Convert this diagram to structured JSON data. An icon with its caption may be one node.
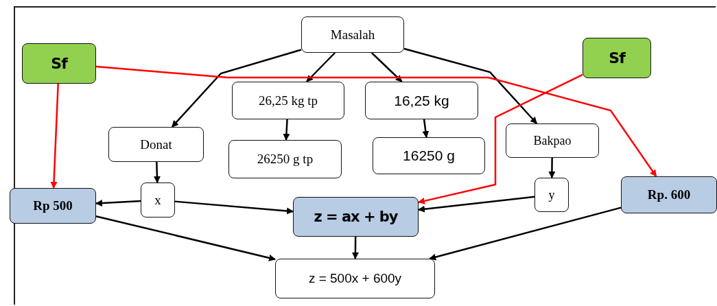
{
  "diagram": {
    "nodes": [
      {
        "text": [
          "Masalah"
        ]
      },
      {
        "text": [
          "Sf"
        ]
      },
      {
        "text": [
          "Sf"
        ]
      },
      {
        "text": [
          "26,25 kg tp"
        ]
      },
      {
        "text": [
          "16,25 kg"
        ]
      },
      {
        "text": [
          "Donat"
        ]
      },
      {
        "text": [
          "Bakpao"
        ]
      },
      {
        "text": [
          "26250 g tp"
        ]
      },
      {
        "text": [
          "16250 g"
        ]
      },
      {
        "text": [
          "Rp 500"
        ]
      },
      {
        "text": [
          "x"
        ]
      },
      {
        "text": [
          "y"
        ]
      },
      {
        "text": [
          "Rp. 600"
        ]
      },
      {
        "text": [
          "z = ax + by"
        ]
      },
      {
        "text": [
          "z = 500x + 600y"
        ]
      }
    ],
    "edges": [
      {
        "from": 0,
        "to": 5,
        "arrow": "to"
      },
      {
        "from": 0,
        "to": 3,
        "arrow": "to"
      },
      {
        "from": 0,
        "to": 4,
        "arrow": "to"
      },
      {
        "from": 0,
        "to": 6,
        "arrow": "to"
      },
      {
        "from": 3,
        "to": 7,
        "arrow": "to"
      },
      {
        "from": 4,
        "to": 8,
        "arrow": "to"
      },
      {
        "from": 5,
        "to": 10,
        "arrow": "to"
      },
      {
        "from": 6,
        "to": 11,
        "arrow": "to"
      },
      {
        "from": 1,
        "to": 9,
        "arrow": "to",
        "color": "#ff0000"
      },
      {
        "from": 1,
        "to": 12,
        "arrow": "to",
        "color": "#ff0000"
      },
      {
        "from": 2,
        "to": 13,
        "arrow": "to",
        "color": "#ff0000"
      },
      {
        "from": 10,
        "to": 9,
        "arrow": "to"
      },
      {
        "from": 10,
        "to": 13,
        "arrow": "to"
      },
      {
        "from": 11,
        "to": 13,
        "arrow": "to"
      },
      {
        "from": 9,
        "to": 14,
        "arrow": "to"
      },
      {
        "from": 13,
        "to": 14,
        "arrow": "to"
      },
      {
        "from": 12,
        "to": 14,
        "arrow": "to"
      }
    ]
  }
}
